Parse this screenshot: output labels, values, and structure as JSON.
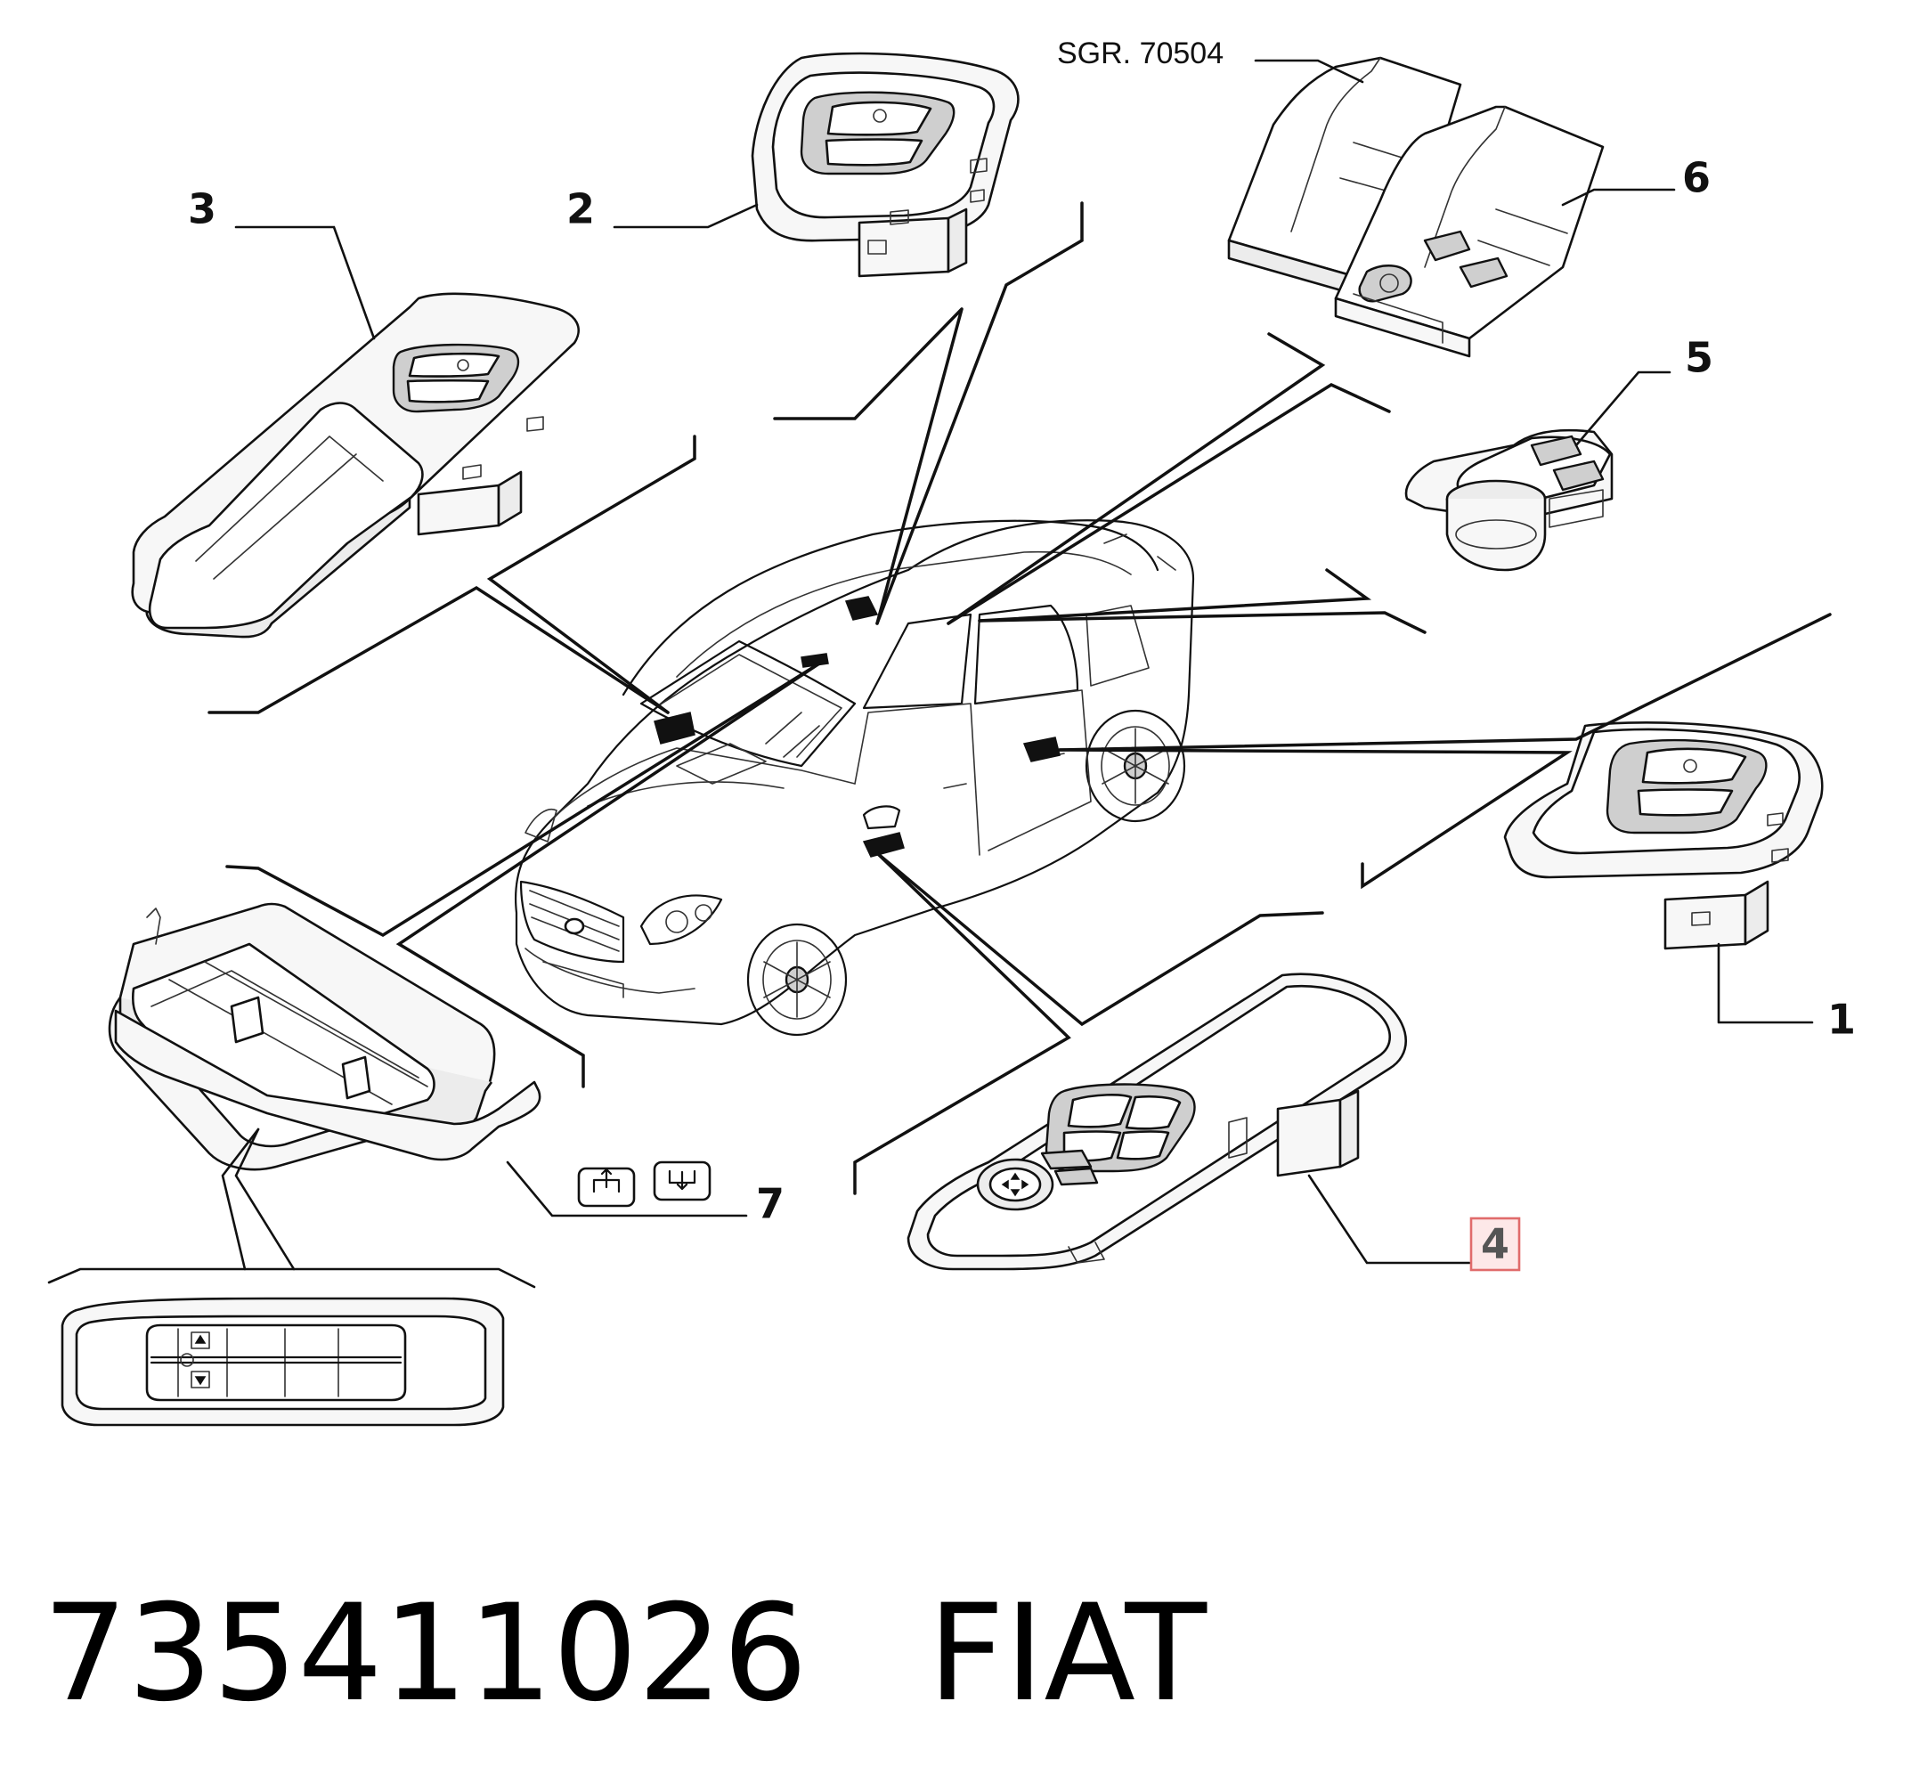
{
  "callouts": [
    {
      "id": "1",
      "label": "1",
      "highlighted": false
    },
    {
      "id": "2",
      "label": "2",
      "highlighted": false
    },
    {
      "id": "3",
      "label": "3",
      "highlighted": false
    },
    {
      "id": "4",
      "label": "4",
      "highlighted": true
    },
    {
      "id": "5",
      "label": "5",
      "highlighted": false
    },
    {
      "id": "6",
      "label": "6",
      "highlighted": false
    },
    {
      "id": "7",
      "label": "7",
      "highlighted": false
    }
  ],
  "reference_label": "SGR. 70504",
  "footer": {
    "part_number": "735411026",
    "brand": "FIAT"
  },
  "colors": {
    "line": "#111111",
    "highlight_border": "#e06b6b",
    "highlight_fill": "#fde8e8",
    "highlight_text": "#555555"
  }
}
